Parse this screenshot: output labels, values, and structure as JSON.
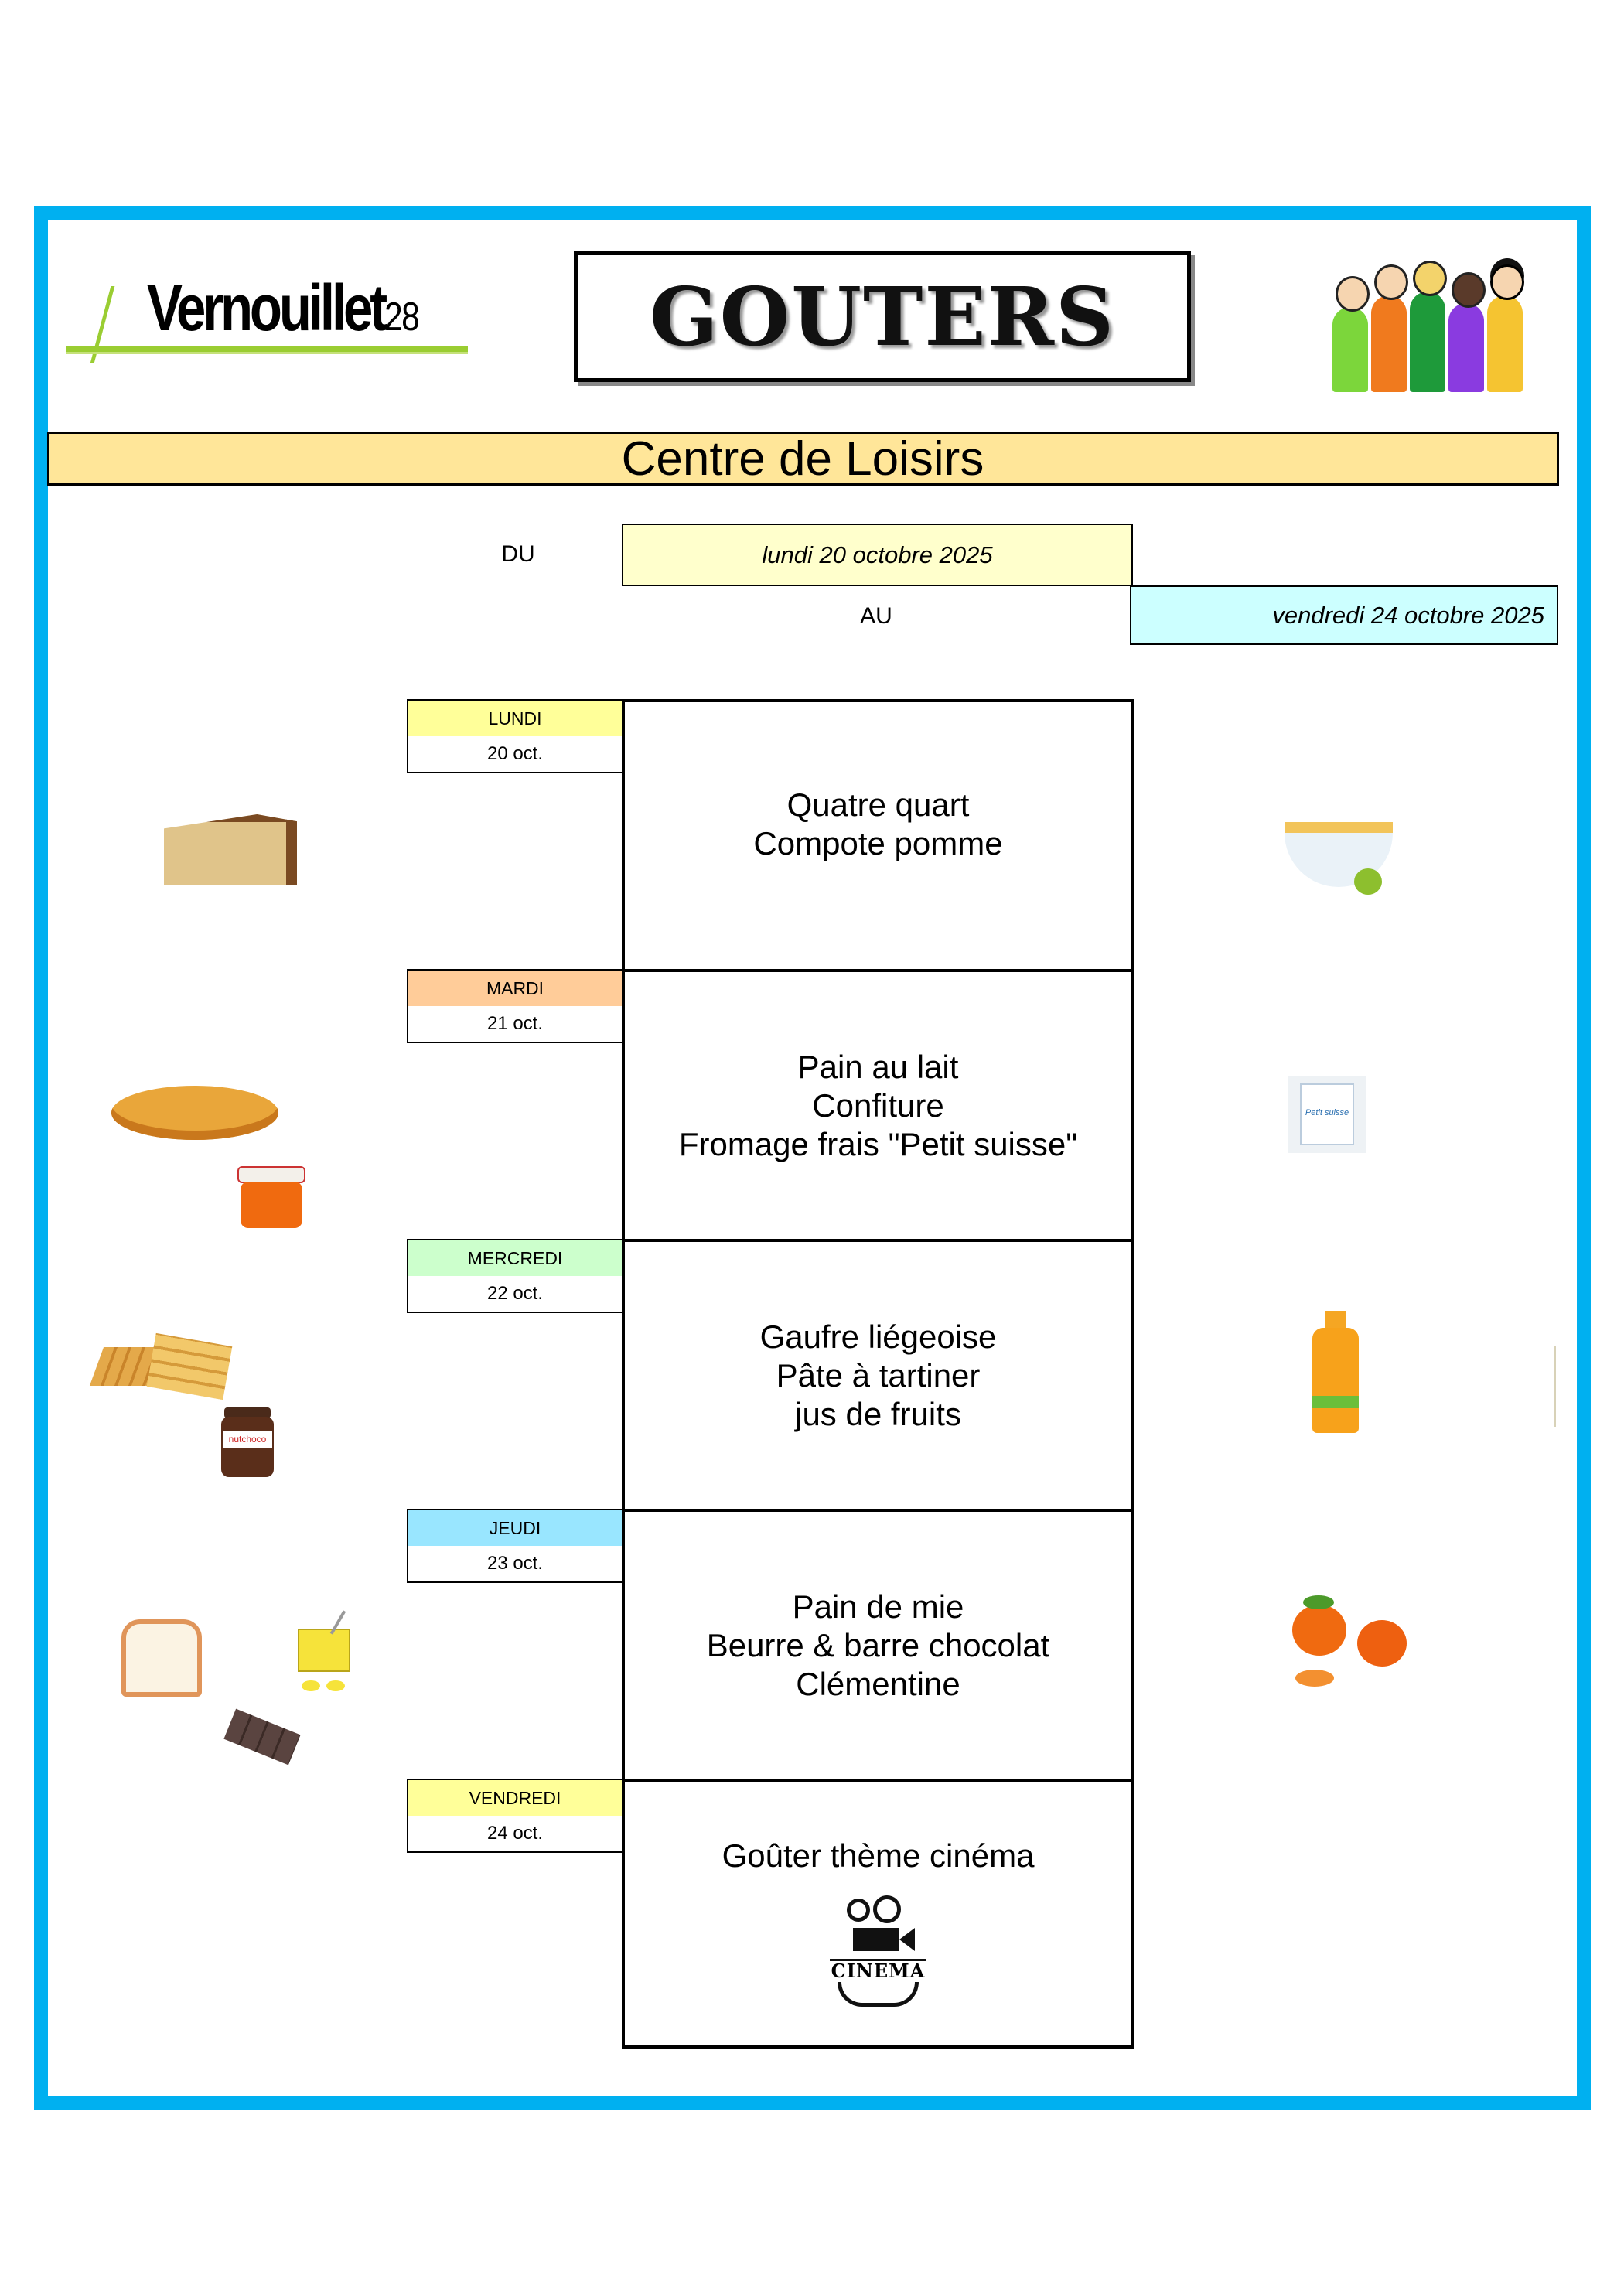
{
  "header": {
    "logo_text": "Vernouillet",
    "logo_number": "28",
    "title": "GOUTERS",
    "banner": "Centre de Loisirs"
  },
  "period": {
    "from_label": "DU",
    "from_date": "lundi 20 octobre 2025",
    "to_label": "AU",
    "to_date": "vendredi 24 octobre 2025"
  },
  "days": [
    {
      "day": "LUNDI",
      "date": "20 oct.",
      "color": "#FFFF99",
      "menu": [
        "Quatre quart",
        "Compote pomme"
      ]
    },
    {
      "day": "MARDI",
      "date": "21 oct.",
      "color": "#FFCC99",
      "menu": [
        "Pain au lait",
        "Confiture",
        "Fromage frais \"Petit suisse\""
      ]
    },
    {
      "day": "MERCREDI",
      "date": "22 oct.",
      "color": "#CCFFCC",
      "menu": [
        "Gaufre liégeoise",
        "Pâte à tartiner",
        "jus de fruits"
      ]
    },
    {
      "day": "JEUDI",
      "date": "23 oct.",
      "color": "#99E6FF",
      "menu": [
        "Pain de mie",
        "Beurre & barre chocolat",
        "Clémentine"
      ]
    },
    {
      "day": "VENDREDI",
      "date": "24 oct.",
      "color": "#FFFF99",
      "menu": [
        "Goûter thème cinéma"
      ]
    }
  ],
  "image_labels": {
    "spread_jar": "nutchoco",
    "petit_suisse": "Petit suisse",
    "cinema": "CINEMA"
  },
  "colors": {
    "frame": "#00B0F0",
    "banner": "#FFE699",
    "from_date_bg": "#FFFFCC",
    "to_date_bg": "#CCFFFF"
  }
}
